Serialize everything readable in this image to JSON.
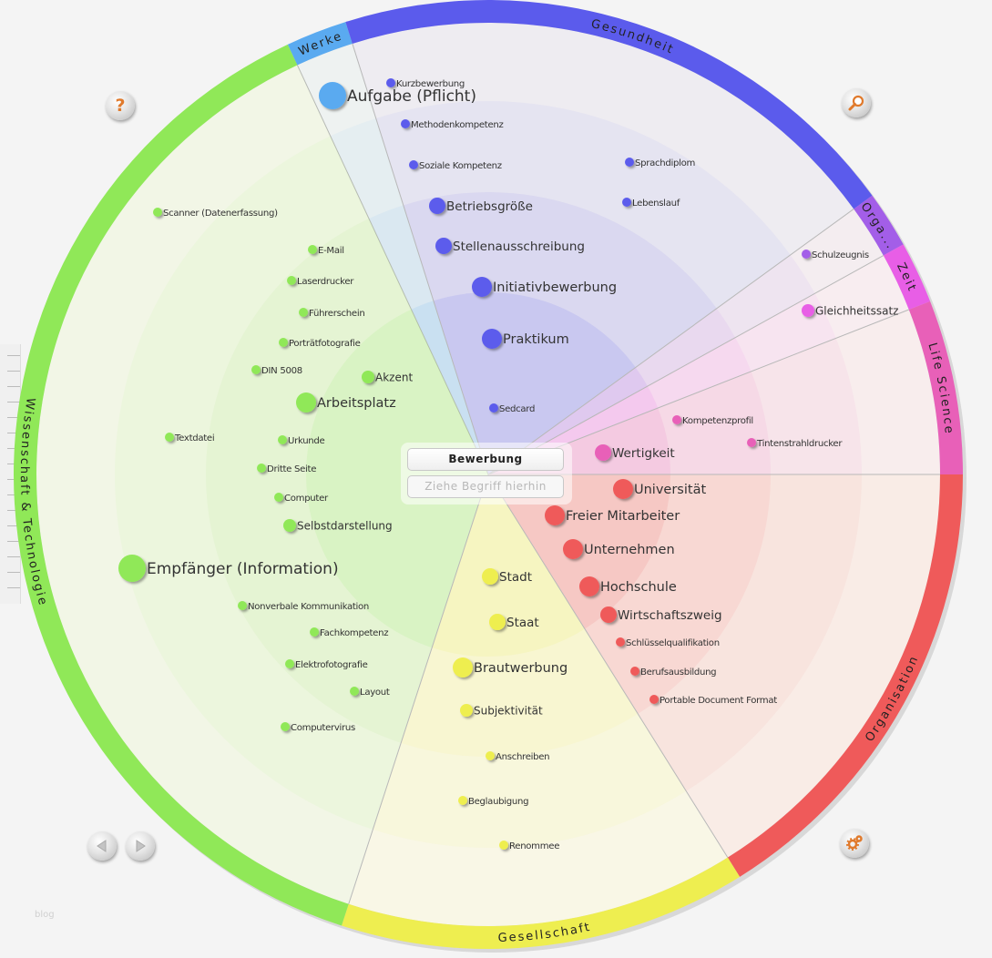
{
  "center": {
    "title": "Bewerbung",
    "drop_placeholder": "Ziehe Begriff hierhin"
  },
  "footer": {
    "blog_label": "blog"
  },
  "controls": {
    "help": {
      "icon": "question-icon",
      "glyph": "?"
    },
    "search": {
      "icon": "magnifier-icon"
    },
    "settings": {
      "icon": "gear-icon"
    },
    "prev": {
      "icon": "arrow-left-icon"
    },
    "next": {
      "icon": "arrow-right-icon"
    }
  },
  "categories": [
    {
      "name": "Werke",
      "color": "#5aaaf0",
      "items": [
        {
          "label": "Aufgabe (Pflicht)",
          "weight": 5
        }
      ]
    },
    {
      "name": "Gesundheit",
      "color": "#5b5bec",
      "items": [
        {
          "label": "Kurzbewerbung",
          "weight": 1
        },
        {
          "label": "Methodenkompetenz",
          "weight": 1
        },
        {
          "label": "Soziale Kompetenz",
          "weight": 1
        },
        {
          "label": "Sprachdiplom",
          "weight": 1
        },
        {
          "label": "Lebenslauf",
          "weight": 1
        },
        {
          "label": "Betriebsgröße",
          "weight": 3
        },
        {
          "label": "Stellenausschreibung",
          "weight": 3
        },
        {
          "label": "Initiativbewerbung",
          "weight": 4
        },
        {
          "label": "Praktikum",
          "weight": 4
        },
        {
          "label": "Sedcard",
          "weight": 1
        }
      ]
    },
    {
      "name": "Orga...",
      "color": "#a35ee8",
      "items": [
        {
          "label": "Schulzeugnis",
          "weight": 1
        }
      ]
    },
    {
      "name": "Zeit",
      "color": "#e85ee6",
      "items": [
        {
          "label": "Gleichheitssatz",
          "weight": 2
        }
      ]
    },
    {
      "name": "Life Science",
      "color": "#e860b8",
      "items": [
        {
          "label": "Kompetenzprofil",
          "weight": 1
        },
        {
          "label": "Tintenstrahldrucker",
          "weight": 1
        },
        {
          "label": "Wertigkeit",
          "weight": 3
        }
      ]
    },
    {
      "name": "Organisation",
      "color": "#ef5a5a",
      "items": [
        {
          "label": "Universität",
          "weight": 4
        },
        {
          "label": "Freier Mitarbeiter",
          "weight": 4
        },
        {
          "label": "Unternehmen",
          "weight": 4
        },
        {
          "label": "Hochschule",
          "weight": 4
        },
        {
          "label": "Wirtschaftszweig",
          "weight": 3
        },
        {
          "label": "Schlüsselqualifikation",
          "weight": 1
        },
        {
          "label": "Berufsausbildung",
          "weight": 1
        },
        {
          "label": "Portable Document Format",
          "weight": 1
        }
      ]
    },
    {
      "name": "Gesellschaft",
      "color": "#eeee50",
      "items": [
        {
          "label": "Stadt",
          "weight": 3
        },
        {
          "label": "Staat",
          "weight": 3
        },
        {
          "label": "Brautwerbung",
          "weight": 4
        },
        {
          "label": "Subjektivität",
          "weight": 2
        },
        {
          "label": "Anschreiben",
          "weight": 1
        },
        {
          "label": "Beglaubigung",
          "weight": 1
        },
        {
          "label": "Renommee",
          "weight": 1
        }
      ]
    },
    {
      "name": "Wissenschaft & Technologie",
      "color": "#90e858",
      "items": [
        {
          "label": "Scanner (Datenerfassung)",
          "weight": 1
        },
        {
          "label": "E-Mail",
          "weight": 1
        },
        {
          "label": "Laserdrucker",
          "weight": 1
        },
        {
          "label": "Führerschein",
          "weight": 1
        },
        {
          "label": "Porträtfotografie",
          "weight": 1
        },
        {
          "label": "DIN 5008",
          "weight": 1
        },
        {
          "label": "Akzent",
          "weight": 2
        },
        {
          "label": "Arbeitsplatz",
          "weight": 4
        },
        {
          "label": "Textdatei",
          "weight": 1
        },
        {
          "label": "Urkunde",
          "weight": 1
        },
        {
          "label": "Dritte Seite",
          "weight": 1
        },
        {
          "label": "Computer",
          "weight": 1
        },
        {
          "label": "Selbstdarstellung",
          "weight": 2
        },
        {
          "label": "Empfänger (Information)",
          "weight": 5
        },
        {
          "label": "Nonverbale Kommunikation",
          "weight": 1
        },
        {
          "label": "Fachkompetenz",
          "weight": 1
        },
        {
          "label": "Elektrofotografie",
          "weight": 1
        },
        {
          "label": "Layout",
          "weight": 1
        },
        {
          "label": "Computervirus",
          "weight": 1
        }
      ]
    }
  ]
}
